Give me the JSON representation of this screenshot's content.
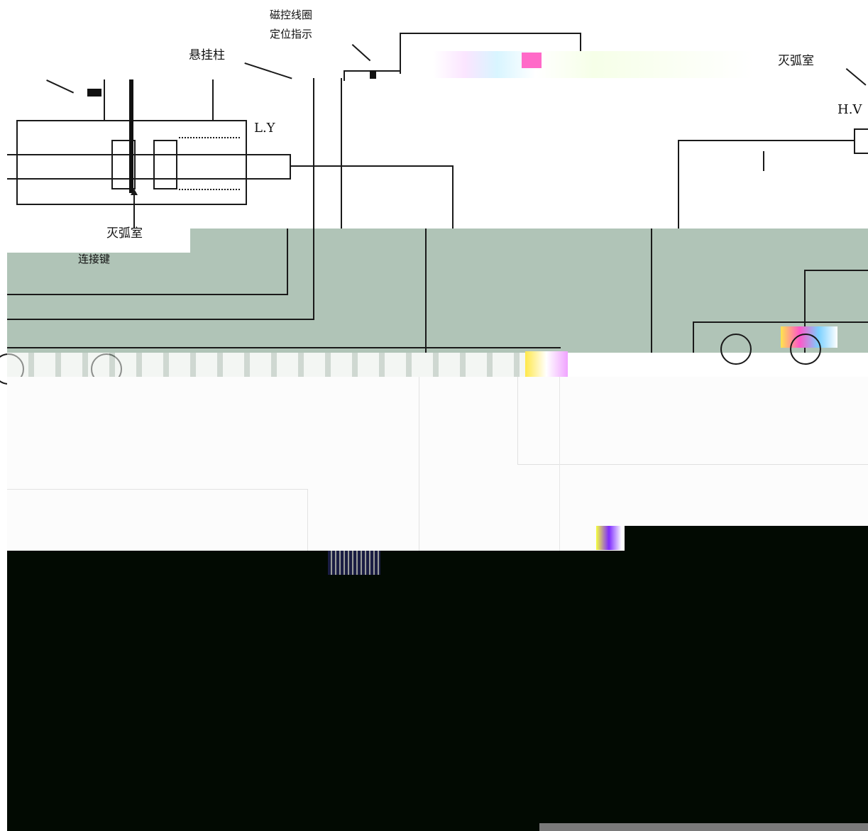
{
  "labels": {
    "magnetic_coil_line1": "磁控线圈",
    "magnetic_coil_line2": "定位指示",
    "suspension_post": "悬挂柱",
    "arc_chamber_top": "灭弧室",
    "arc_chamber_left": "灭弧室",
    "connecting_key": "连接键",
    "ly": "L.Y",
    "hv": "H.V"
  },
  "colors": {
    "background": "#ffffff",
    "line": "#1a1a1a",
    "gray_panel": "#b0c4b7",
    "dark_panel": "#020a02",
    "light_panel": "#eef2ee"
  }
}
